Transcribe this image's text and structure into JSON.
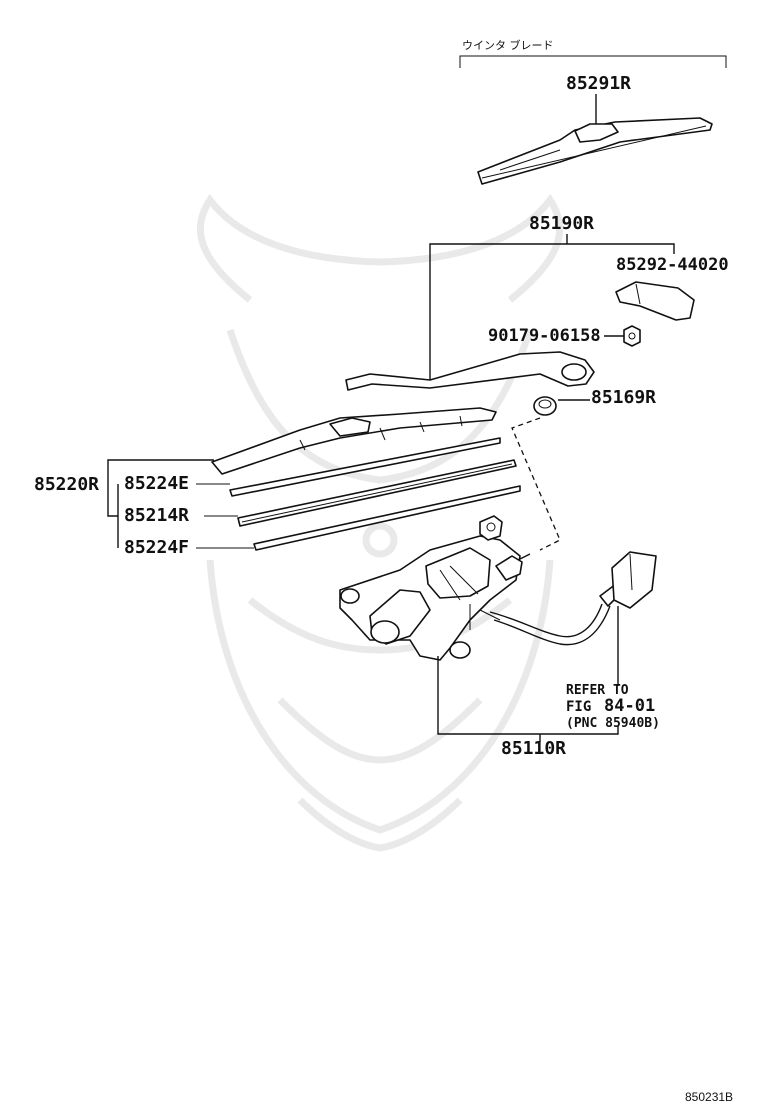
{
  "header": {
    "japanese_title": "ウインタ ブレード"
  },
  "parts": {
    "p85291R": "85291R",
    "p85190R": "85190R",
    "p85292": "85292-44020",
    "p90179": "90179-06158",
    "p85169R": "85169R",
    "p85220R": "85220R",
    "p85224E": "85224E",
    "p85214R": "85214R",
    "p85224F": "85224F",
    "p85110R": "85110R"
  },
  "reference": {
    "line1": "REFER TO",
    "line2_prefix": "FIG",
    "line2_fig": "84-01",
    "line3": "(PNC 85940B)"
  },
  "footer": {
    "diagram_id": "850231B"
  },
  "icons": {
    "watermark": "samurai-helmet-watermark"
  }
}
